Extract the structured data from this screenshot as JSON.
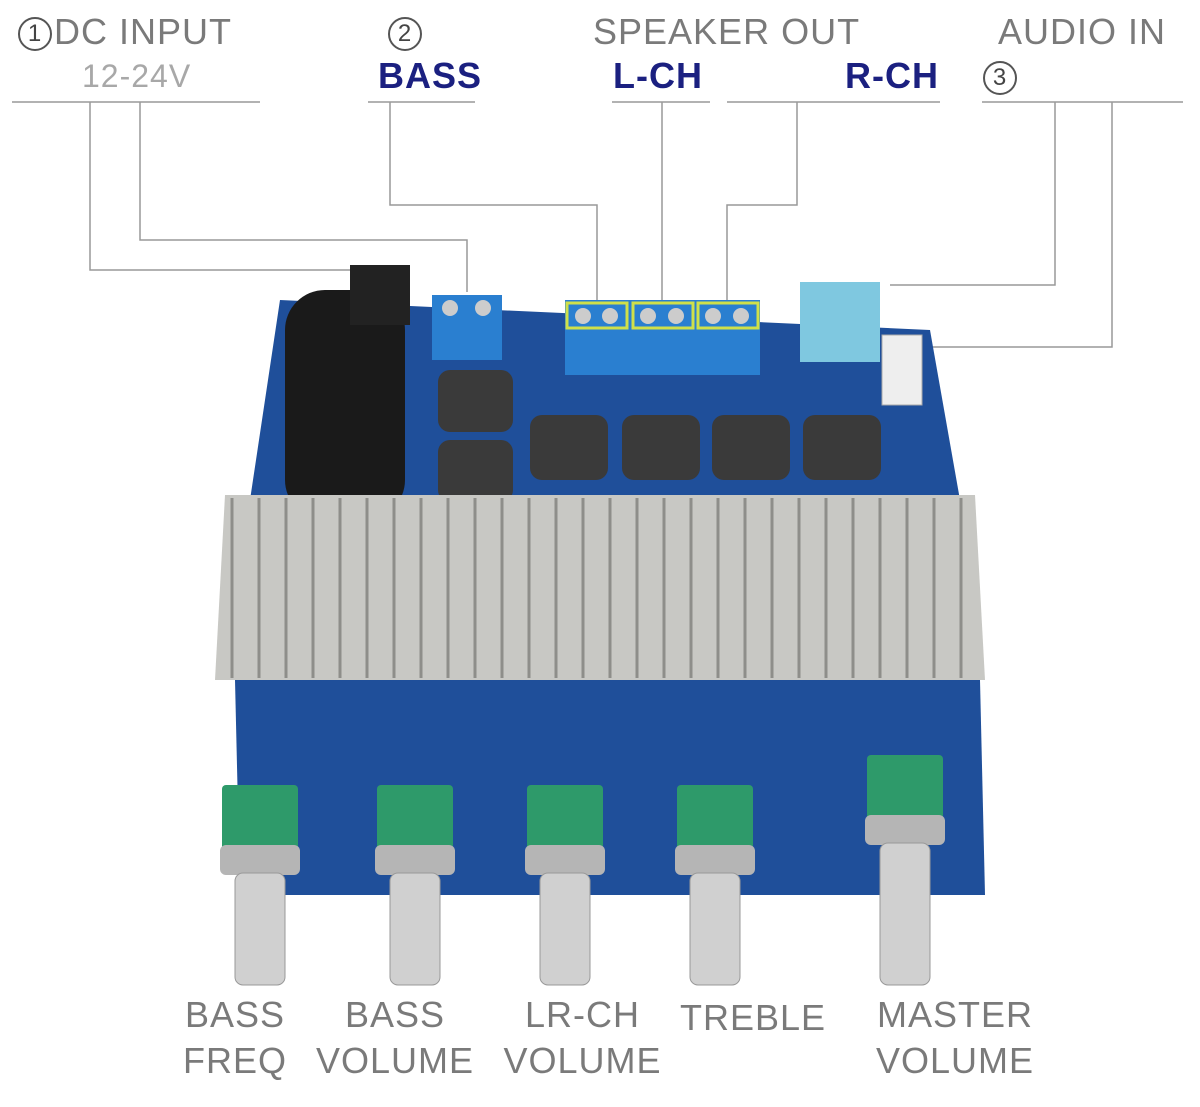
{
  "top_labels": {
    "dc_input": {
      "number": "1",
      "title": "DC INPUT",
      "voltage": "12-24V"
    },
    "bass": {
      "number": "2",
      "title": "BASS"
    },
    "speaker_out": {
      "title": "SPEAKER OUT",
      "left": "L-CH",
      "right": "R-CH"
    },
    "audio_in": {
      "number": "3",
      "title": "AUDIO IN"
    }
  },
  "bottom_labels": [
    {
      "line1": "BASS",
      "line2": "FREQ"
    },
    {
      "line1": "BASS",
      "line2": "VOLUME"
    },
    {
      "line1": "LR-CH",
      "line2": "VOLUME"
    },
    {
      "line1": "TREBLE",
      "line2": ""
    },
    {
      "line1": "MASTER",
      "line2": "VOLUME"
    }
  ],
  "colors": {
    "pcb": "#1f4f9a",
    "label_blue": "#1b2080",
    "terminal": "#2a7fd0",
    "pot_green": "#2e9a6a",
    "heatsink": "#c8c8c4"
  }
}
